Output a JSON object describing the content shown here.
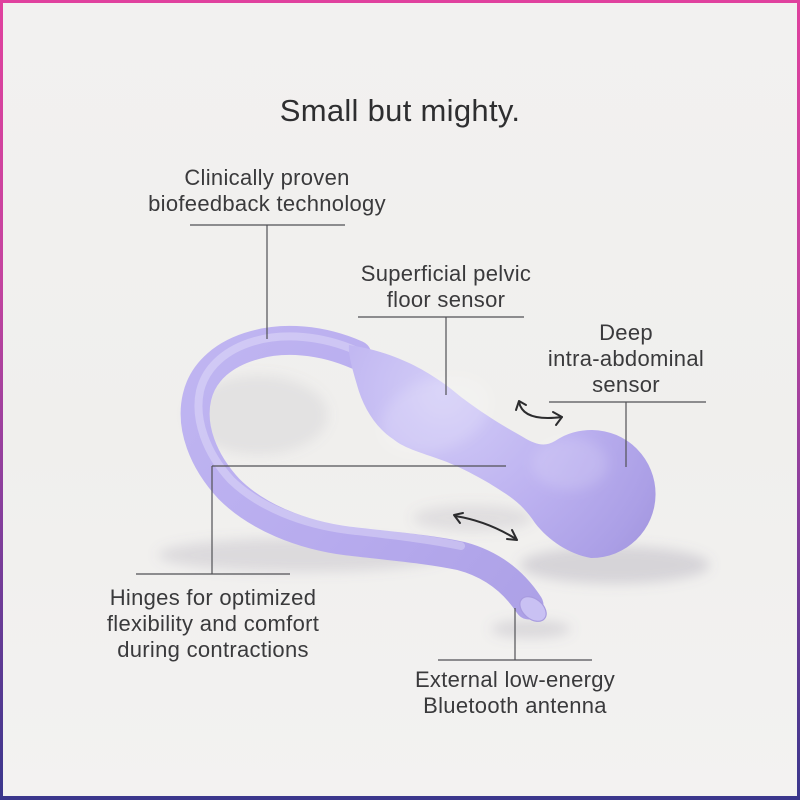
{
  "page": {
    "title": "Small but mighty.",
    "background": "#f1f0ee",
    "text_color": "#3a3a3c",
    "leader_line_color": "#515155",
    "frame_gradient_top": "#e0419e",
    "frame_gradient_bottom": "#3a378c"
  },
  "device": {
    "name": "pelvic-floor-trainer",
    "description": "Lavender two-bulb pelvic floor trainer with flexible looped tail antenna",
    "body_color": "#b6aaec",
    "highlight_color": "#d3cdf7",
    "shade_color": "#9a8cd6",
    "arrow_color": "#2c2c2e"
  },
  "annotations": [
    {
      "id": "biofeedback",
      "lines": [
        "Clinically proven",
        "biofeedback technology"
      ]
    },
    {
      "id": "superficial-sensor",
      "lines": [
        "Superficial pelvic",
        "floor sensor"
      ]
    },
    {
      "id": "deep-sensor",
      "lines": [
        "Deep",
        "intra-abdominal",
        "sensor"
      ]
    },
    {
      "id": "hinges",
      "lines": [
        "Hinges for optimized",
        "flexibility and comfort",
        "during contractions"
      ]
    },
    {
      "id": "antenna",
      "lines": [
        "External low-energy",
        "Bluetooth antenna"
      ]
    }
  ]
}
